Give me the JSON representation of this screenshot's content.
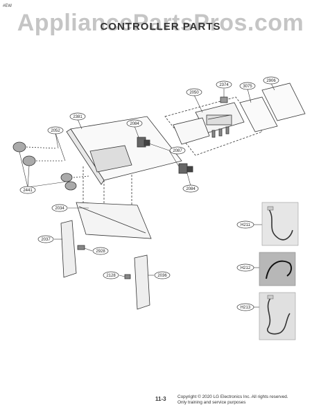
{
  "page_label": "#EW",
  "watermark": "AppliancePartsPros.com",
  "section_title": "CONTROLLER PARTS",
  "callouts": {
    "c2374": "2374",
    "c2906": "2906",
    "c3075": "3075",
    "c2050": "2050",
    "c2381": "2381",
    "c2084a": "2084",
    "c2052": "2052",
    "c2087": "2087",
    "c2084b": "2084",
    "c2441": "2441",
    "c2034": "2034",
    "c2037": "2037",
    "c2928": "2928",
    "c2128": "2128",
    "c2036": "2036",
    "h211": "H211",
    "h212": "H212",
    "h213": "H213"
  },
  "footer": {
    "page_number": "11-3",
    "copyright_line1": "Copyright © 2020 LG Electronics Inc. All rights reserved.",
    "copyright_line2": "Only training and service purposes"
  }
}
